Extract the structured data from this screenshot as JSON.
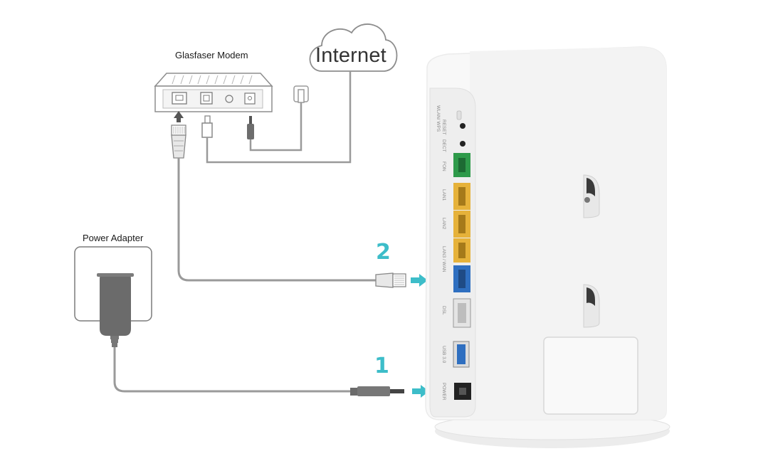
{
  "labels": {
    "modem": "Glasfaser Modem",
    "internet": "Internet",
    "power_adapter": "Power Adapter"
  },
  "steps": {
    "one": "1",
    "two": "2"
  },
  "router_ports": {
    "wlan_wps": "WLAN/ WPS",
    "reset": "RESET",
    "dect": "DECT",
    "fon": "FON",
    "lan1": "LAN1",
    "lan2": "LAN2",
    "lan3_wan": "LAN3 / WAN",
    "dsl": "DSL",
    "usb": "USB 3.0",
    "power": "POWER"
  },
  "colors": {
    "step_accent": "#3dbdc9",
    "cable": "#9a9a9a",
    "fon_port": "#2e9a4a",
    "lan_port": "#e6b23a",
    "wan_port": "#2f6fc0",
    "usb_port": "#2f6fc0"
  }
}
